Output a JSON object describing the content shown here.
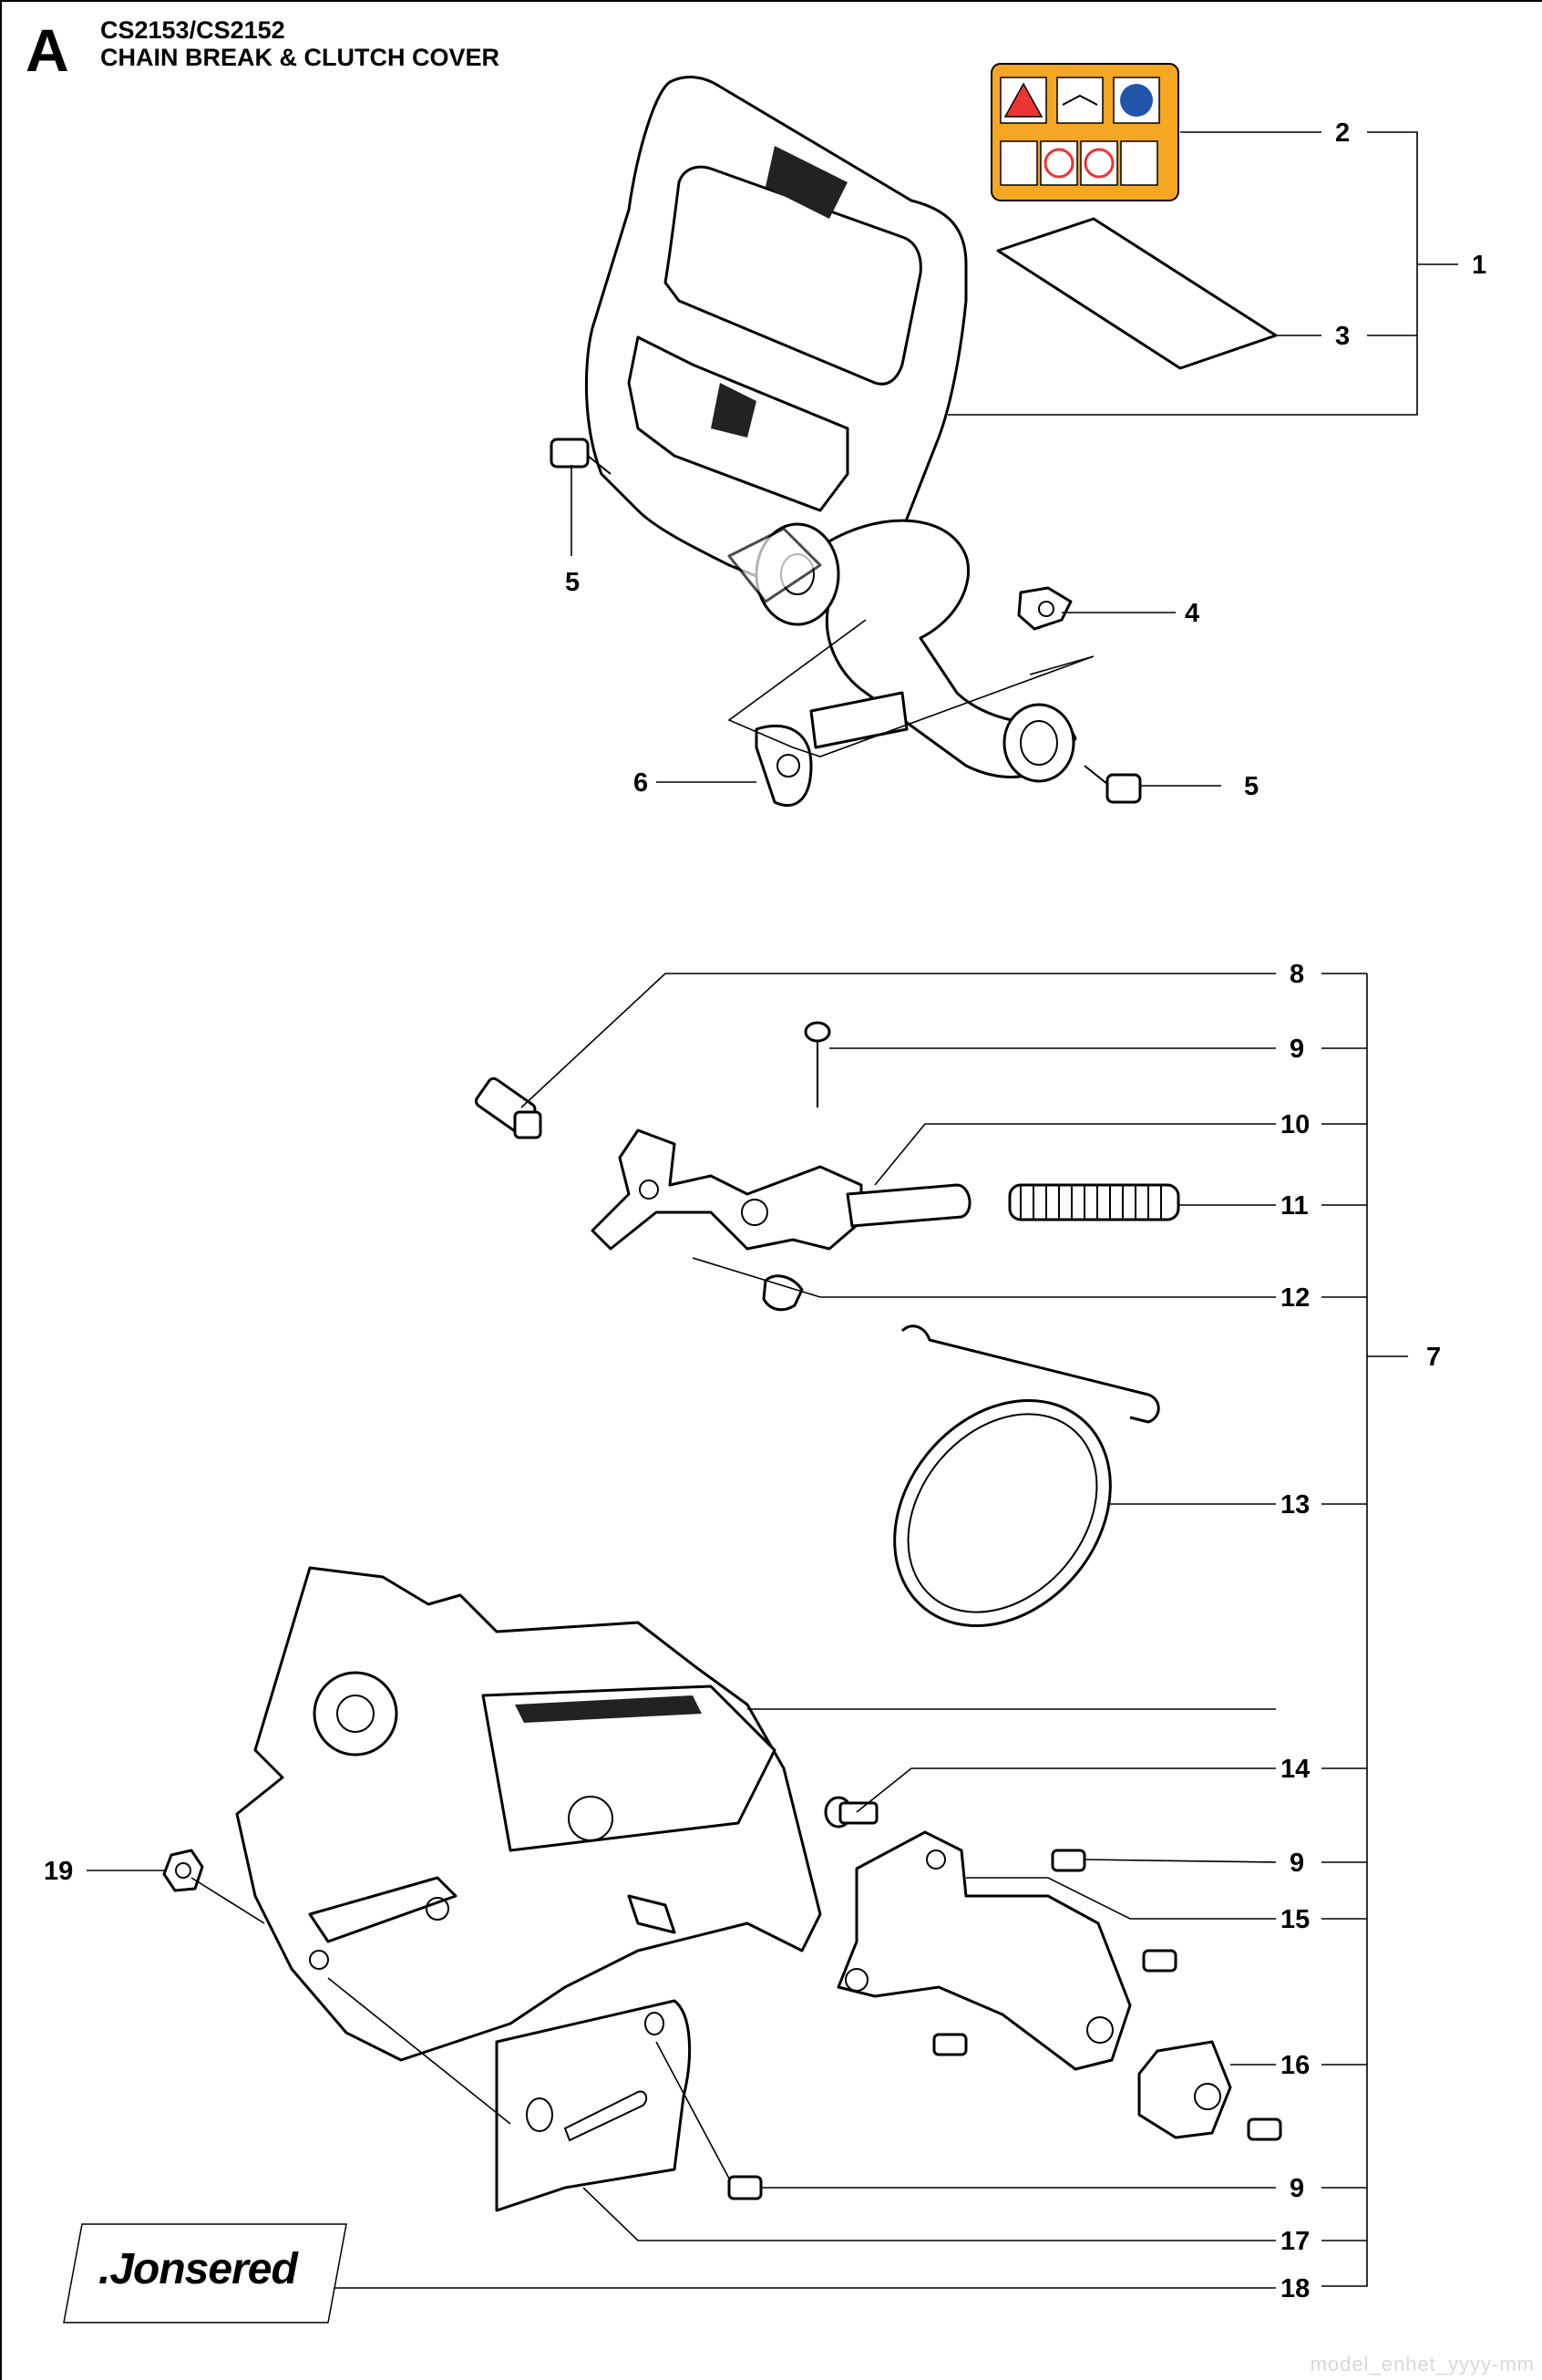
{
  "header": {
    "section": "A",
    "models": "CS2153/CS2152",
    "title": "CHAIN BREAK & CLUTCH COVER"
  },
  "callouts": {
    "c1": "1",
    "c2": "2",
    "c3": "3",
    "c4": "4",
    "c5a": "5",
    "c5b": "5",
    "c6": "6",
    "c7": "7",
    "c8": "8",
    "c9a": "9",
    "c10": "10",
    "c11": "11",
    "c12": "12",
    "c13": "13",
    "c14": "14",
    "c9b": "9",
    "c15": "15",
    "c16": "16",
    "c19": "19",
    "c9c": "9",
    "c17": "17",
    "c18": "18"
  },
  "logo": {
    "text": ".Jonsered"
  },
  "watermark": {
    "text": "model_enhet_yyyy-mm"
  },
  "warning_label": {
    "icons": [
      "warning-icon",
      "manual-icon",
      "ppe-icon",
      "no-one-hand-icon",
      "no-kickback-icon",
      "no-chain-contact-icon",
      "caution-icon"
    ],
    "color": "#f5a623"
  }
}
